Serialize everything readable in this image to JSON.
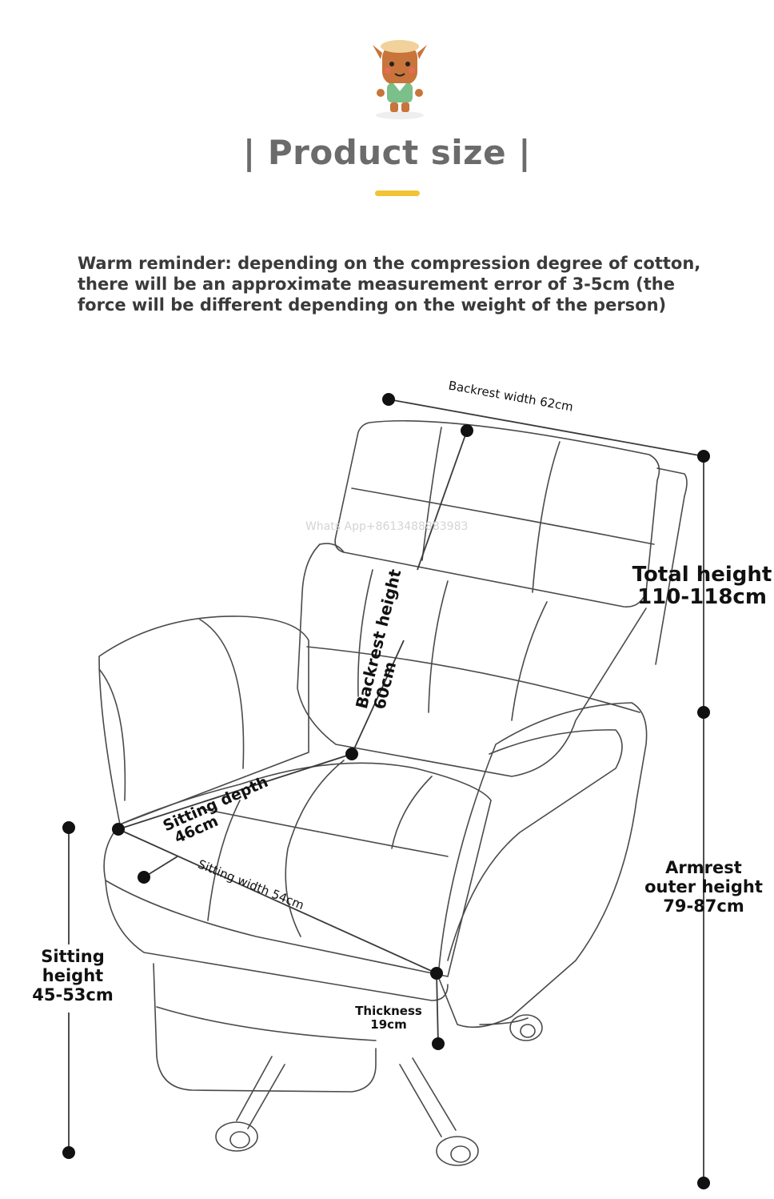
{
  "header": {
    "title": "| Product size |",
    "accent_color": "#f2c335",
    "mascot_icon": "mascot-icon"
  },
  "reminder": {
    "line1": "Warm reminder: depending on the compression degree of cotton,",
    "line2": "there will be an approximate measurement error of 3-5cm (the",
    "line3": "force will be different depending on the weight of the person)"
  },
  "watermark": "Whats App+8613488883983",
  "dimensions": {
    "backrest_width": "Backrest width 62cm",
    "total_height_label": "Total height",
    "total_height_value": "110-118cm",
    "backrest_height_label": "Backrest height",
    "backrest_height_value": "60cm",
    "sitting_depth_label": "Sitting depth",
    "sitting_depth_value": "46cm",
    "sitting_width": "Sitting width 54cm",
    "armrest_label_1": "Armrest",
    "armrest_label_2": "outer height",
    "armrest_value": "79-87cm",
    "sitting_height_label_1": "Sitting",
    "sitting_height_label_2": "height",
    "sitting_height_value": "45-53cm",
    "thickness_label": "Thickness",
    "thickness_value": "19cm"
  }
}
